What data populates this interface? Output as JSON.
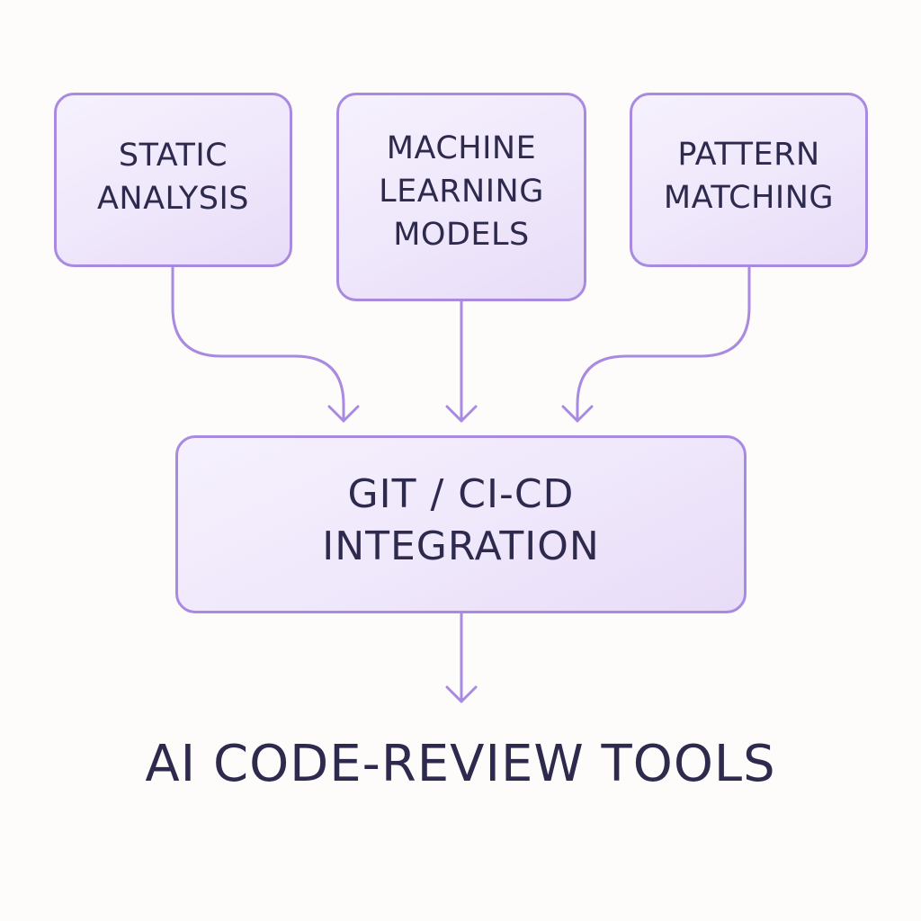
{
  "diagram": {
    "sources": [
      {
        "id": "static",
        "label": "STATIC\nANALYSIS"
      },
      {
        "id": "ml",
        "label": "MACHINE\nLEARNING\nMODELS"
      },
      {
        "id": "pattern",
        "label": "PATTERN\nMATCHING"
      }
    ],
    "hub": {
      "label": "GIT / CI-CD\nINTEGRATION"
    },
    "output": {
      "label": "AI CODE-REVIEW TOOLS"
    },
    "colors": {
      "box_border": "#a88ae0",
      "box_fill": "#efe7fb",
      "connector": "#a88ae0",
      "text": "#2e2a4e",
      "background": "#fdfcfa"
    }
  }
}
